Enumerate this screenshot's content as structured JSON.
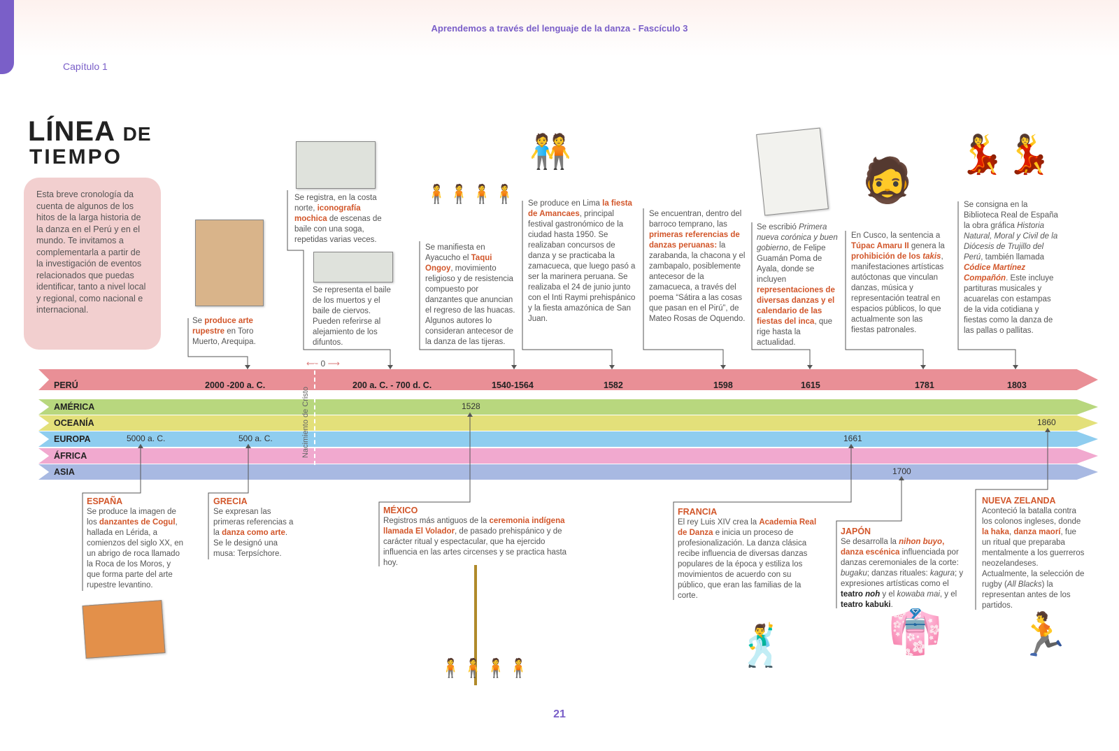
{
  "header": {
    "title": "Aprendemos a través del lenguaje de la danza - Fascículo 3",
    "chapter": "Capítulo 1"
  },
  "title": {
    "line1_big": "LÍNEA",
    "line1_small": "DE",
    "line2": "TIEMPO"
  },
  "intro": "Esta breve cronología da cuenta de algunos de los hitos de la larga historia de la danza en el Perú y en el mundo. Te invitamos a complementarla a partir de la investigación de eventos relacionados que puedas identificar, tanto a nivel local y regional, como nacional e internacional.",
  "bands": [
    {
      "label": "PERÚ",
      "color": "#e98f96"
    },
    {
      "label": "AMÉRICA",
      "color": "#b8d77e"
    },
    {
      "label": "OCEANÍA",
      "color": "#e3e07a"
    },
    {
      "label": "EUROPA",
      "color": "#8fcdef"
    },
    {
      "label": "ÁFRICA",
      "color": "#f1a9cf"
    },
    {
      "label": "ASIA",
      "color": "#a8b9e2"
    }
  ],
  "marker": {
    "zero": "0",
    "birth": "Nacimiento de Cristo"
  },
  "years": {
    "peru": [
      "2000 -200 a. C.",
      "200 a. C. - 700 d. C.",
      "1540-1564",
      "1582",
      "1598",
      "1615",
      "1781",
      "1803"
    ],
    "america": "1528",
    "oceania": "1860",
    "europa": [
      "5000 a. C.",
      "500 a. C.",
      "1661"
    ],
    "asia": "1700"
  },
  "notes": {
    "toro": {
      "pre": "Se ",
      "hl": "produce arte rupestre",
      "post": " en Toro Muerto, Arequipa."
    },
    "mochica": {
      "pre": "Se registra, en la costa norte, ",
      "hl": "iconografía mochica",
      "post": " de escenas de baile con una soga, repetidas varias veces."
    },
    "ciervos": "Se representa el baile de los muertos y el baile de ciervos. Pueden referirse al alejamiento de los difuntos.",
    "taqui": {
      "pre": "Se manifiesta en Ayacucho el ",
      "hl": "Taqui Ongoy",
      "post": ", movimiento religioso y de resistencia compuesto por danzantes que anuncian el regreso de las huacas. Algunos autores lo consideran antecesor de la danza de las tijeras."
    },
    "amancaes": {
      "pre": "Se produce en Lima ",
      "hl": "la fiesta de Amancaes",
      "post": ", principal festival gastronómico de la ciudad hasta 1950. Se realizaban concursos de danza y se practicaba la zamacueca, que luego pasó a ser la marinera peruana. Se realizaba el 24 de junio junto con el Inti Raymi prehispánico y la fiesta amazónica de San Juan."
    },
    "barroco": {
      "pre": "Se encuentran, dentro del barroco temprano, las ",
      "hl": "primeras referencias de danzas peruanas:",
      "post": " la zarabanda, la chacona y el zambapalo, posiblemente antecesor de la zamacueca, a través del poema “Sátira a las cosas que pasan en el Pirú”, de Mateo Rosas de Oquendo."
    },
    "guaman": {
      "pre": "Se escribió ",
      "it": "Primera nueva corónica y buen gobierno",
      "mid": ", de Felipe Guamán Poma de Ayala, donde se incluyen ",
      "hl": "representaciones de diversas danzas y el calendario de las fiestas del inca",
      "post": ", que rige hasta la actualidad."
    },
    "tupac": {
      "pre": "En Cusco, la sentencia a ",
      "hl": "Túpac Amaru II",
      "mid": " genera la ",
      "hl2": "prohibición de los ",
      "hl2i": "takis",
      "post": ", manifestaciones artísticas autóctonas que vinculan danzas, música y representación teatral en espacios públicos, lo que actualmente son las fiestas patronales."
    },
    "martinez": {
      "pre": "Se consigna en la Biblioteca Real de España la obra gráfica ",
      "it": "Historia Natural, Moral y Civil de la Diócesis de Trujillo del Perú",
      "mid": ", también llamada ",
      "hl": "Códice Martínez Compañón",
      "post": ". Este incluye partituras musicales y acuarelas con estampas de la vida cotidiana y fiestas como la danza de las pallas o pallitas."
    },
    "espana": {
      "head": "ESPAÑA",
      "pre": "Se produce la imagen de los ",
      "hl": "danzantes de Cogul",
      "post": ", hallada en Lérida, a comienzos del siglo XX, en un abrigo de roca llamado la Roca de los Moros, y que forma parte del arte rupestre levantino."
    },
    "grecia": {
      "head": "GRECIA",
      "pre": "Se expresan las primeras referencias a la ",
      "hl": "danza como arte",
      "post": ". Se le designó una musa: Terpsíchore."
    },
    "mexico": {
      "head": "MÉXICO",
      "pre": "Registros más antiguos de la ",
      "hl": "ceremonia indígena llamada El Volador",
      "post": ", de pasado prehispánico y de carácter ritual y espectacular, que ha ejercido influencia en las artes circenses y se practica hasta hoy."
    },
    "francia": {
      "head": "FRANCIA",
      "pre": "El rey Luis XIV crea la ",
      "hl": "Academia Real de Danza",
      "post": " e inicia un proceso de profesionalización. La danza clásica recibe influencia de diversas danzas populares de la época y estiliza los movimientos de acuerdo con su público, que eran las familias de la corte."
    },
    "japon": {
      "head": "JAPÓN",
      "pre": "Se desarrolla la ",
      "hl": "nihon buyo",
      "hl_sep": ", ",
      "hl3": "danza escénica",
      "mid": " influenciada por danzas ceremoniales de la corte: ",
      "it1": "bugaku",
      "mid2": "; danzas rituales: ",
      "it2": "kagura",
      "mid3": "; y expresiones artísticas como el ",
      "b1": "teatro ",
      "b1i": "noh",
      "mid4": " y el ",
      "it3": "kowaba mai",
      "mid5": ", y el ",
      "b2": "teatro kabuki",
      "post": "."
    },
    "zelanda": {
      "head": "NUEVA ZELANDA",
      "pre": "Aconteció la batalla contra los colonos ingleses, donde ",
      "hl": "la haka",
      "sep": ", ",
      "hl2": "danza maorí",
      "mid": ", fue un ritual que preparaba mentalmente a los guerreros neozelandeses. Actualmente, la selección de rugby (",
      "it": "All Blacks",
      "post": ") la representan antes de los partidos."
    }
  },
  "page_number": "21"
}
